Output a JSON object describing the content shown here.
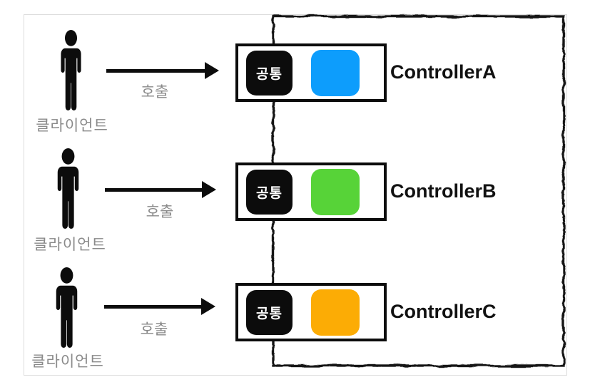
{
  "diagram": {
    "title_semantic": "clients-calling-controllers-with-common-logic",
    "boundary": {
      "stroke_color": "#131313"
    },
    "rows": [
      {
        "client_label": "클라이언트",
        "arrow_label": "호출",
        "common_label": "공통",
        "controller_label": "ControllerA",
        "color": "#0d9dfc"
      },
      {
        "client_label": "클라이언트",
        "arrow_label": "호출",
        "common_label": "공통",
        "controller_label": "ControllerB",
        "color": "#57d338"
      },
      {
        "client_label": "클라이언트",
        "arrow_label": "호출",
        "common_label": "공통",
        "controller_label": "ControllerC",
        "color": "#fcac05"
      }
    ],
    "colors": {
      "ink": "#0c0c0c",
      "muted_text": "#8a8a8a",
      "panel_border": "#dcdcdc",
      "controller_a": "#0d9dfc",
      "controller_b": "#57d338",
      "controller_c": "#fcac05"
    }
  }
}
